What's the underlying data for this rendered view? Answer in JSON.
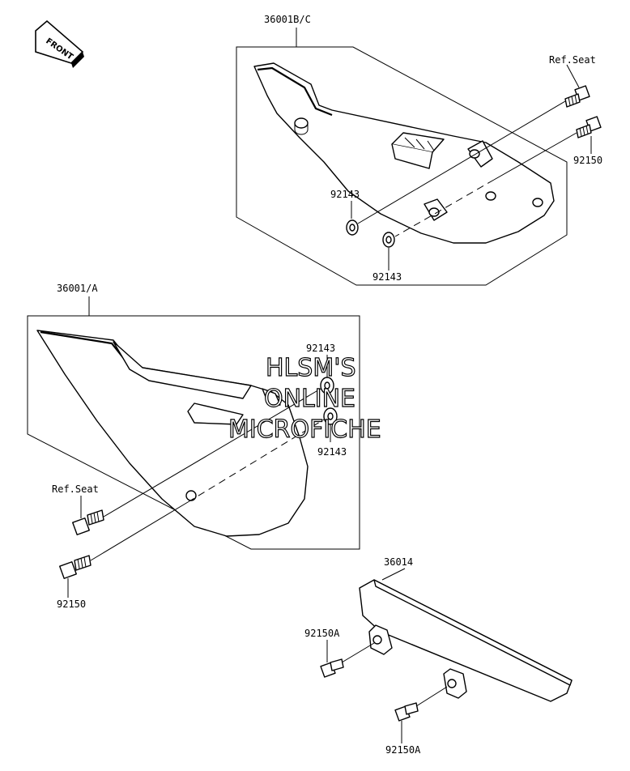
{
  "front_label": "FRONT",
  "labels": {
    "part_36001bc": "36001B/C",
    "ref_seat_top": "Ref.Seat",
    "bolt_92150_top": "92150",
    "washer_92143_a": "92143",
    "washer_92143_b": "92143",
    "part_36001a": "36001/A",
    "washer_92143_c": "92143",
    "washer_92143_d": "92143",
    "ref_seat_bottom": "Ref.Seat",
    "bolt_92150_bottom": "92150",
    "part_36014": "36014",
    "bolt_92150a_top": "92150A",
    "bolt_92150a_bottom": "92150A"
  },
  "watermark": {
    "line1": "HLSM'S",
    "line2": "ONLINE",
    "line3": "MICROFICHE"
  }
}
